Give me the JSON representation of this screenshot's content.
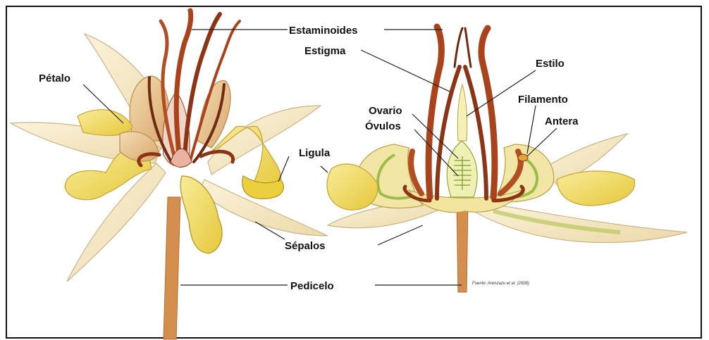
{
  "labels": {
    "estaminoides": "Estaminoides",
    "estigma": "Estigma",
    "estilo": "Estilo",
    "petalo": "Pétalo",
    "filamento": "Filamento",
    "ovario": "Ovario",
    "ovulos": "Óvulos",
    "antera": "Antera",
    "ligula": "Ligula",
    "sepalos": "Sépalos",
    "pedicelo": "Pedicelo"
  },
  "source_note": "Fuente: Arenzazu et al. (2008)",
  "colors": {
    "sepal_cream": "#f6e8c8",
    "sepal_edge": "#c9b58a",
    "petal_yellow": "#f3e27a",
    "deep_yellow": "#ebcf3c",
    "rust": "#a8431c",
    "dark_brown": "#6e2a12",
    "tan": "#d9a56a",
    "pedicel": "#d48f4f"
  }
}
